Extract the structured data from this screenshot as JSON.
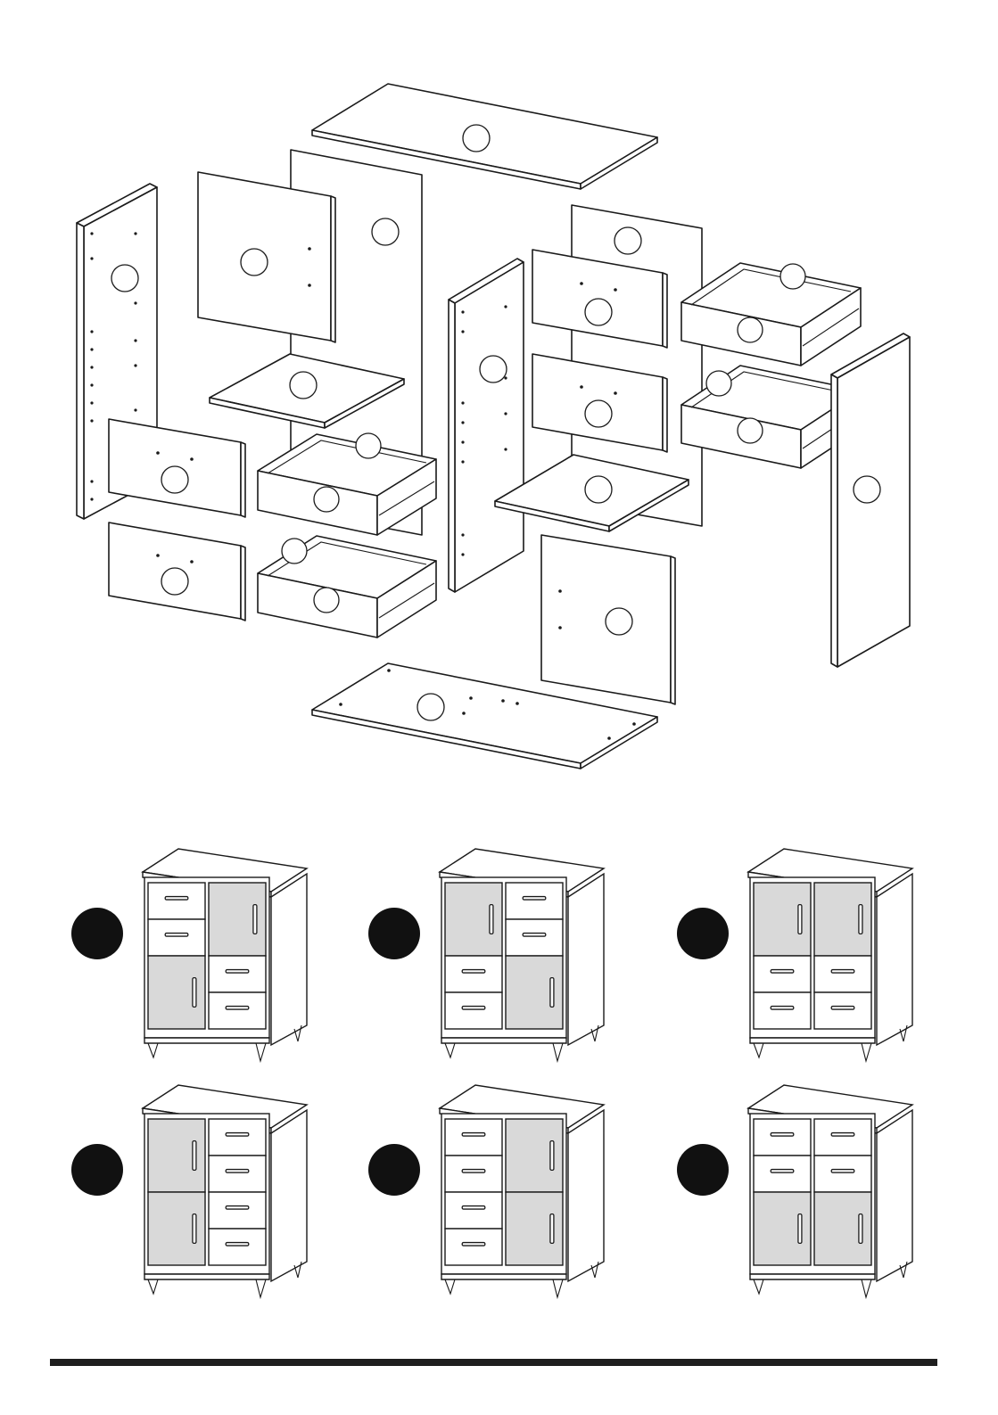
{
  "colors": {
    "line": "#1a1a1a",
    "door_fill": "#d9d9d9",
    "badge": "#111111",
    "rule": "#1e1e1e"
  },
  "exploded_view": {
    "part_count": 21
  },
  "variants": [
    {
      "icon": "cabinet-icon",
      "row": 1,
      "col": 1,
      "left": [
        "drawer",
        "drawer",
        "door"
      ],
      "right": [
        "door",
        "drawer",
        "drawer"
      ]
    },
    {
      "icon": "cabinet-icon",
      "row": 1,
      "col": 2,
      "left": [
        "door",
        "drawer",
        "drawer"
      ],
      "right": [
        "drawer",
        "drawer",
        "door"
      ]
    },
    {
      "icon": "cabinet-icon",
      "row": 1,
      "col": 3,
      "left": [
        "door",
        "drawer",
        "drawer"
      ],
      "right": [
        "door",
        "drawer",
        "drawer"
      ]
    },
    {
      "icon": "cabinet-icon",
      "row": 2,
      "col": 1,
      "left": [
        "door",
        "door"
      ],
      "right": [
        "drawer",
        "drawer",
        "drawer",
        "drawer"
      ]
    },
    {
      "icon": "cabinet-icon",
      "row": 2,
      "col": 2,
      "left": [
        "drawer",
        "drawer",
        "drawer",
        "drawer"
      ],
      "right": [
        "door",
        "door"
      ]
    },
    {
      "icon": "cabinet-icon",
      "row": 2,
      "col": 3,
      "left": [
        "drawer",
        "drawer",
        "door"
      ],
      "right": [
        "drawer",
        "drawer",
        "door"
      ]
    }
  ]
}
